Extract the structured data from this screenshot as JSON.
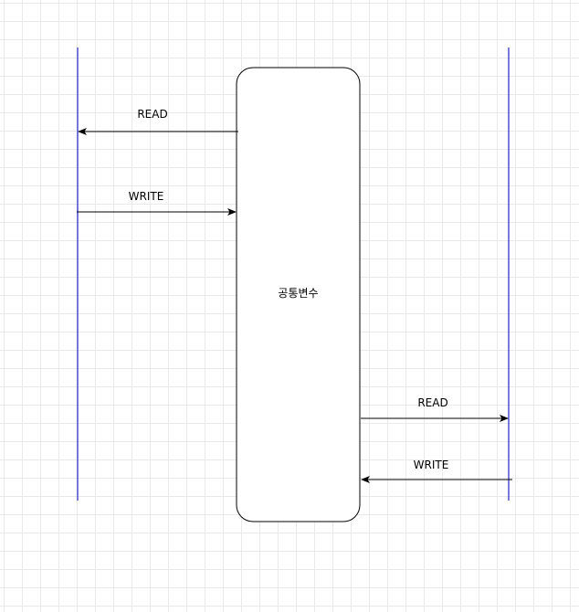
{
  "diagram": {
    "center_box": {
      "label": "공통변수"
    },
    "left_arrows": [
      {
        "label": "READ",
        "direction": "to-left-lifeline"
      },
      {
        "label": "WRITE",
        "direction": "to-center-box"
      }
    ],
    "right_arrows": [
      {
        "label": "READ",
        "direction": "to-right-lifeline"
      },
      {
        "label": "WRITE",
        "direction": "to-center-box"
      }
    ],
    "colors": {
      "lifeline": "#3333cc",
      "stroke": "#000000",
      "grid": "#e9e9e9"
    }
  }
}
